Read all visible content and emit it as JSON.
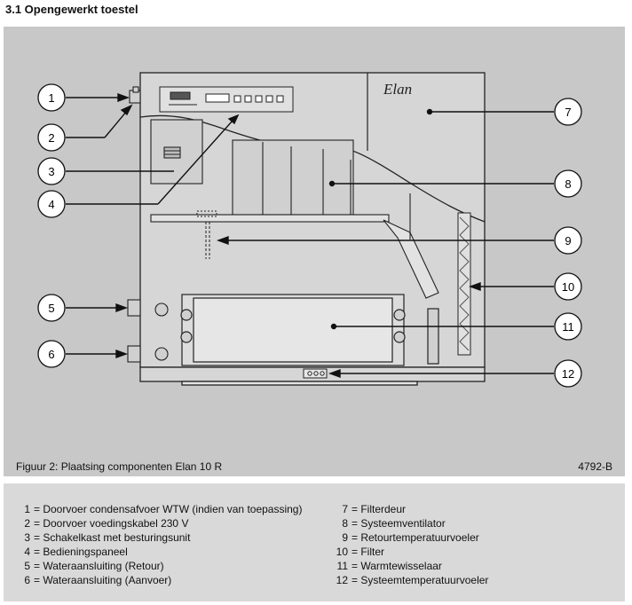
{
  "section_title": "3.1 Opengewerkt toestel",
  "brand_logo": "Elan",
  "figure_caption": "Figuur 2: Plaatsing componenten Elan 10 R",
  "figure_code": "4792-B",
  "callouts": [
    "1",
    "2",
    "3",
    "4",
    "5",
    "6",
    "7",
    "8",
    "9",
    "10",
    "11",
    "12"
  ],
  "legend": {
    "left": [
      {
        "num": "1",
        "text": "= Doorvoer condensafvoer WTW (indien van toepassing)"
      },
      {
        "num": "2",
        "text": "= Doorvoer voedingskabel 230 V"
      },
      {
        "num": "3",
        "text": "= Schakelkast met besturingsunit"
      },
      {
        "num": "4",
        "text": "= Bedieningspaneel"
      },
      {
        "num": "5",
        "text": "= Wateraansluiting (Retour)"
      },
      {
        "num": "6",
        "text": "= Wateraansluiting (Aanvoer)"
      }
    ],
    "right": [
      {
        "num": "7",
        "text": "= Filterdeur"
      },
      {
        "num": "8",
        "text": "= Systeemventilator"
      },
      {
        "num": "9",
        "text": "= Retourtemperatuurvoeler"
      },
      {
        "num": "10",
        "text": "= Filter"
      },
      {
        "num": "11",
        "text": "= Warmtewisselaar"
      },
      {
        "num": "12",
        "text": "= Systeemtemperatuurvoeler"
      }
    ]
  }
}
